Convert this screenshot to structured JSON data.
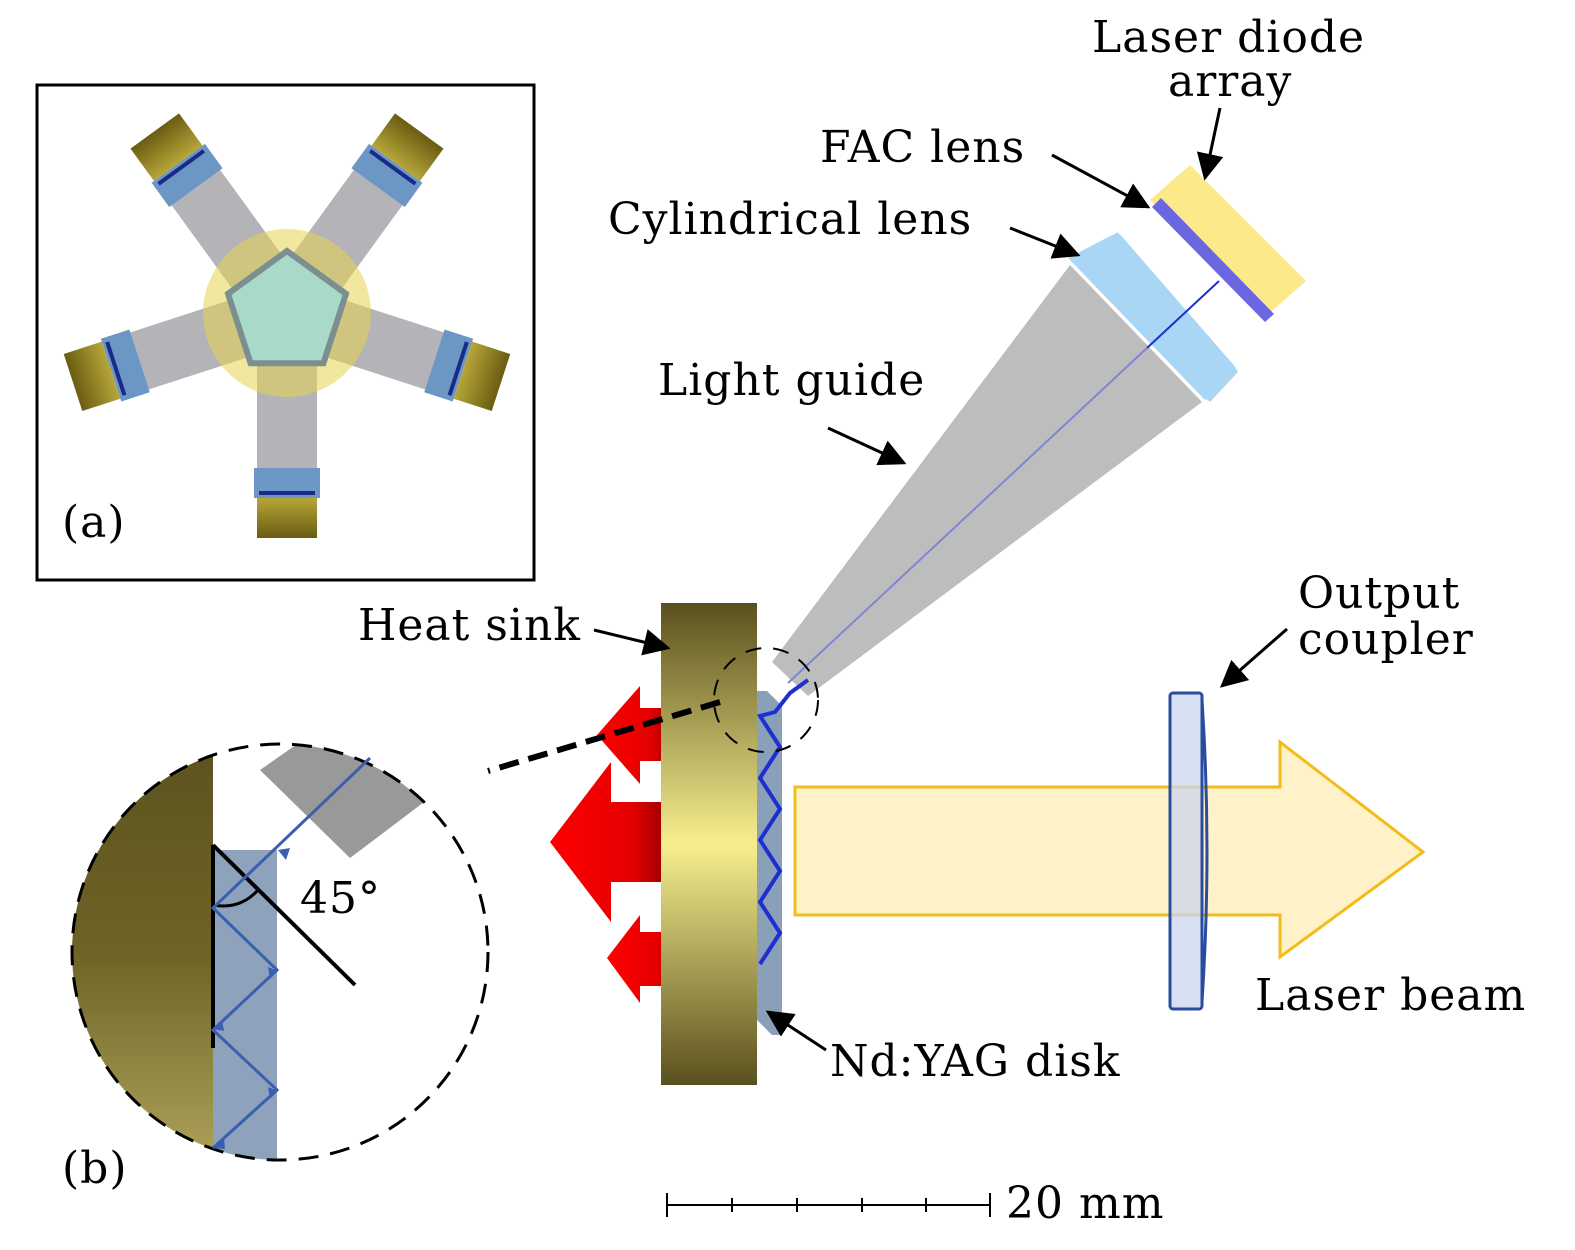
{
  "labels": {
    "laser_diode_line1": "Laser diode",
    "laser_diode_line2": "array",
    "fac_lens": "FAC lens",
    "cylindrical_lens": "Cylindrical lens",
    "light_guide": "Light guide",
    "heat_sink": "Heat sink",
    "output_coupler_line1": "Output",
    "output_coupler_line2": "coupler",
    "laser_beam": "Laser beam",
    "nd_yag_disk": "Nd:YAG disk",
    "angle": "45°",
    "scale": "20 mm",
    "panel_a": "(a)",
    "panel_b": "(b)"
  },
  "colors": {
    "heat_sink_dark": "#5e5420",
    "heat_sink_light": "#f6ee8c",
    "diode_yellow": "#fbe98a",
    "fac_blue": "#6a67e0",
    "cyl_lens": "#aad6f6",
    "light_guide": "#bfbfbf",
    "disk": "#8aa0b8",
    "beam_fill": "#fff2c8",
    "beam_stroke": "#f2bd1c",
    "heat_arrow": "#e00000",
    "pump_ray": "#1e2fd0",
    "coupler": "#c9d4ef"
  }
}
